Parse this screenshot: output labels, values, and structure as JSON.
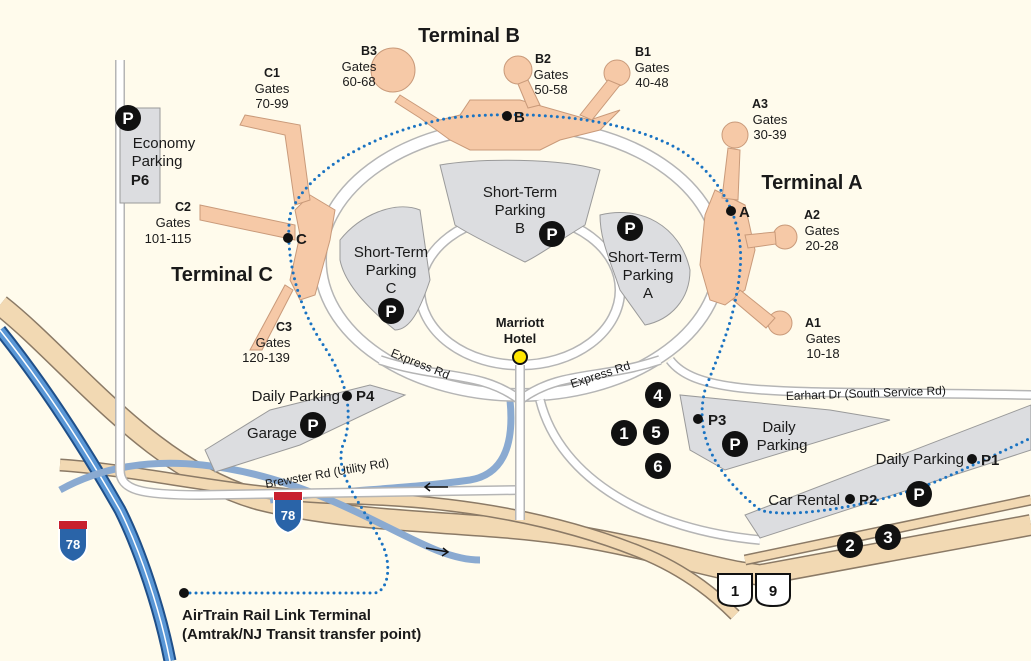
{
  "terminals": {
    "a": {
      "name": "Terminal A",
      "gates": [
        {
          "id": "A3",
          "label": "Gates",
          "range": "30-39"
        },
        {
          "id": "A2",
          "label": "Gates",
          "range": "20-28"
        },
        {
          "id": "A1",
          "label": "Gates",
          "range": "10-18"
        }
      ]
    },
    "b": {
      "name": "Terminal B",
      "gates": [
        {
          "id": "B3",
          "label": "Gates",
          "range": "60-68"
        },
        {
          "id": "B2",
          "label": "Gates",
          "range": "50-58"
        },
        {
          "id": "B1",
          "label": "Gates",
          "range": "40-48"
        }
      ]
    },
    "c": {
      "name": "Terminal C",
      "gates": [
        {
          "id": "C1",
          "label": "Gates",
          "range": "70-99"
        },
        {
          "id": "C2",
          "label": "Gates",
          "range": "101-115"
        },
        {
          "id": "C3",
          "label": "Gates",
          "range": "120-139"
        }
      ]
    }
  },
  "parking": {
    "economy": {
      "line1": "Economy",
      "line2": "Parking",
      "code": "P6"
    },
    "stb": {
      "line1": "Short-Term",
      "line2": "Parking",
      "code": "B"
    },
    "stc": {
      "line1": "Short-Term",
      "line2": "Parking",
      "code": "C"
    },
    "sta": {
      "line1": "Short-Term",
      "line2": "Parking",
      "code": "A"
    },
    "daily_p3": {
      "line1": "Daily",
      "line2": "Parking",
      "code": "P3"
    },
    "daily_p4": {
      "label": "Daily Parking",
      "code": "P4"
    },
    "garage": {
      "label": "Garage"
    },
    "daily_p1": {
      "label": "Daily Parking",
      "code": "P1"
    },
    "car_rental": {
      "label": "Car Rental",
      "code": "P2"
    }
  },
  "stations": {
    "a": "A",
    "b": "B",
    "c": "C"
  },
  "hotel": {
    "line1": "Marriott",
    "line2": "Hotel"
  },
  "roads": {
    "express_left": "Express Rd",
    "express_right": "Express Rd",
    "earhart": "Earhart Dr (South Service Rd)",
    "brewster": "Brewster Rd (Utility Rd)"
  },
  "highways": {
    "i78": "78",
    "us1": "1",
    "us9": "9"
  },
  "numbered_lots": [
    "1",
    "2",
    "3",
    "4",
    "5",
    "6"
  ],
  "parking_symbol": "P",
  "airtrain": {
    "line1": "AirTrain Rail Link Terminal",
    "line2": "(Amtrak/NJ Transit transfer point)"
  },
  "colors": {
    "terminal": "#f6c9a7",
    "lot": "#dcdde0",
    "road": "#f2d9b3",
    "airtrain": "#1a73c2",
    "interstate": "#2a64a8",
    "background": "#fffbec"
  }
}
